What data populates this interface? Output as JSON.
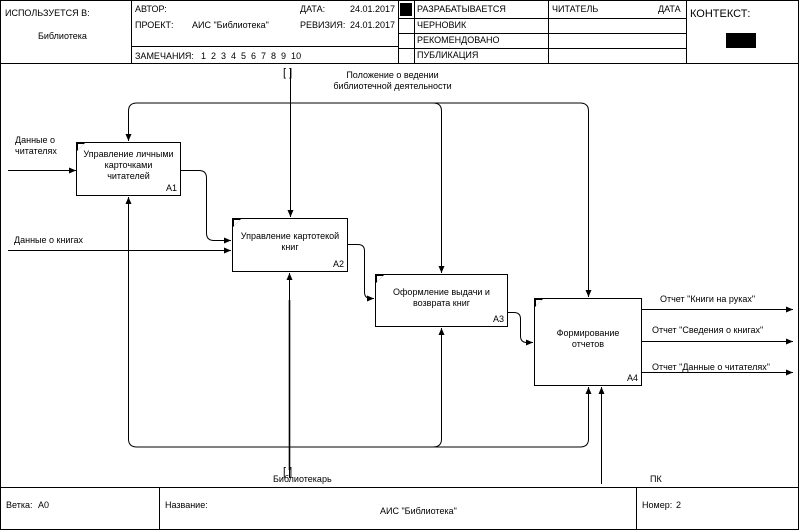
{
  "header": {
    "used_in_label": "ИСПОЛЬЗУЕТСЯ В:",
    "used_in_value": "Библиотека",
    "author_label": "АВТОР:",
    "project_label": "ПРОЕКТ:",
    "project_value": "АИС \"Библиотека\"",
    "date_label": "ДАТА:",
    "date_value": "24.01.2017",
    "revision_label": "РЕВИЗИЯ:",
    "revision_value": "24.01.2017",
    "notes_label": "ЗАМЕЧАНИЯ:",
    "notes_numbers": "1  2  3  4  5  6  7  8  9  10",
    "status_items": [
      "РАЗРАБАТЫВАЕТСЯ",
      "ЧЕРНОВИК",
      "РЕКОМЕНДОВАНО",
      "ПУБЛИКАЦИЯ"
    ],
    "reader_label": "ЧИТАТЕЛЬ",
    "reader_date_label": "ДАТА",
    "context_label": "КОНТЕКСТ:"
  },
  "diagram": {
    "control_label": "Положение о ведении\nбиблиотечной деятельности",
    "inputs": [
      "Данные о\nчитателях",
      "Данные о книгах"
    ],
    "mechanisms": [
      "Библиотекарь",
      "ПК"
    ],
    "outputs": [
      "Отчет \"Книги на руках\"",
      "Отчет \"Сведения о книгах\"",
      "Отчет \"Данные о читателях\""
    ],
    "boxes": [
      {
        "title": "Управление личными\nкарточками\nчитателей",
        "number": "A1"
      },
      {
        "title": "Управление картотекой\nкниг",
        "number": "A2"
      },
      {
        "title": "Оформление выдачи и\nвозврата книг",
        "number": "A3"
      },
      {
        "title": "Формирование\nотчетов",
        "number": "A4"
      }
    ],
    "tunnel_marker": "[ ]"
  },
  "footer": {
    "node_label": "Ветка:",
    "node_value": "А0",
    "title_label": "Название:",
    "title_value": "АИС \"Библиотека\"",
    "number_label": "Номер:",
    "number_value": "2"
  }
}
